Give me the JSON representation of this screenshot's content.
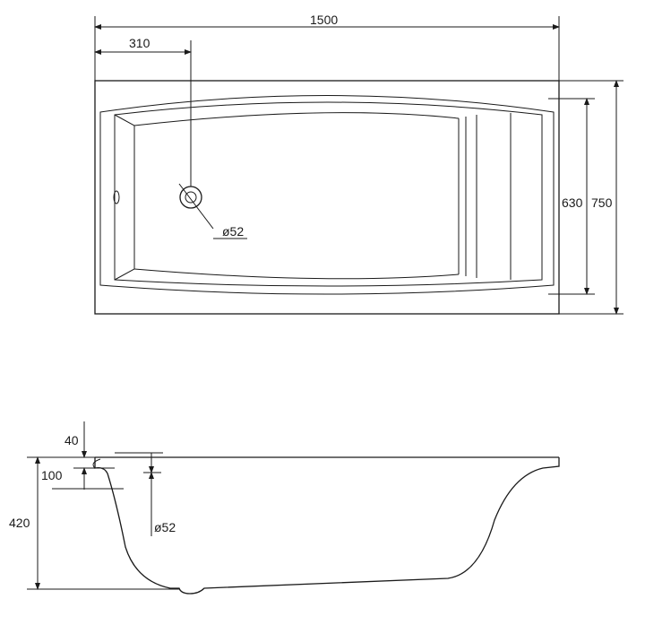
{
  "top_view": {
    "length_label": "1500",
    "drain_offset_label": "310",
    "inner_width_label": "630",
    "outer_width_label": "750",
    "drain_diameter_label": "ø52"
  },
  "side_view": {
    "rim_label": "40",
    "overflow_label": "100",
    "height_label": "420",
    "overflow_diameter_label": "ø52"
  }
}
